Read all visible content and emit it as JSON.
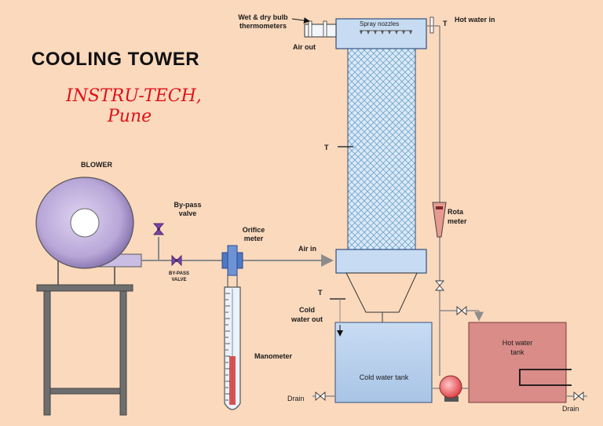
{
  "title": "COOLING TOWER",
  "brand_line1": "INSTRU-TECH,",
  "brand_line2": "Pune",
  "labels": {
    "blower": "BLOWER",
    "bypass_valve_1": "By-pass",
    "bypass_valve_2": "valve",
    "bypass_valve_small_1": "BY-PASS",
    "bypass_valve_small_2": "VALVE",
    "orifice_1": "Orifice",
    "orifice_2": "meter",
    "air_in": "Air in",
    "air_out": "Air out",
    "thermometers_1": "Wet & dry bulb",
    "thermometers_2": "thermometers",
    "spray_nozzles": "Spray nozzles",
    "t_top": "T",
    "hot_water_in": "Hot water in",
    "t_mid": "T",
    "rota_1": "Rota",
    "rota_2": "meter",
    "t_bottom": "T",
    "cold_water_out_1": "Cold",
    "cold_water_out_2": "water out",
    "manometer": "Manometer",
    "cold_water_tank": "Cold water tank",
    "hot_water_tank_1": "Hot water",
    "hot_water_tank_2": "tank",
    "drain_left": "Drain",
    "drain_right": "Drain"
  },
  "colors": {
    "background": "#fbd9bd",
    "pipe": "#8c8c8c",
    "tower_body": "#dde9f6",
    "tower_mesh": "#6fa7cf",
    "tower_header": "#c7dcf2",
    "cold_tank": "#b8d1ee",
    "hot_tank": "#d98c88",
    "pump": "#e85a5e",
    "blower": "#b8a6d8",
    "valve": "#7a44a8",
    "orifice": "#4e79c4",
    "stand": "#6e6e6e",
    "title_red": "#e0101a"
  }
}
